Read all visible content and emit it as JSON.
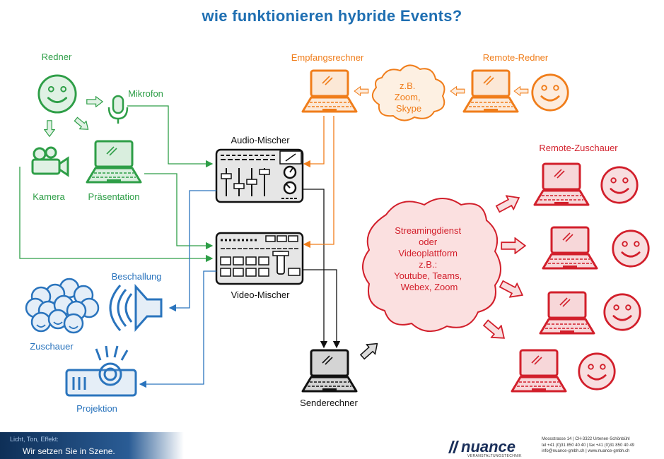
{
  "title": "wie funktionieren  hybride Events?",
  "labels": {
    "redner": "Redner",
    "mikrofon": "Mikrofon",
    "kamera": "Kamera",
    "praesentation": "Präsentation",
    "audio_mischer": "Audio-Mischer",
    "video_mischer": "Video-Mischer",
    "beschallung": "Beschallung",
    "zuschauer": "Zuschauer",
    "projektion": "Projektion",
    "senderechner": "Senderechner",
    "empfangsrechner": "Empfangsrechner",
    "remote_redner": "Remote-Redner",
    "remote_zuschauer": "Remote-Zuschauer"
  },
  "cloud_small": [
    "z.B.",
    "Zoom,",
    "Skype"
  ],
  "cloud_stream": [
    "Streamingdienst",
    "oder",
    "Videoplattform",
    "z.B.:",
    "Youtube,  Teams,",
    "Webex, Zoom"
  ],
  "colors": {
    "green": "#2e9e47",
    "orange": "#f07d1a",
    "red": "#d21f2b",
    "blue": "#2a74bd",
    "title": "#1f6fb2"
  },
  "footer": {
    "tagline1": "Licht, Ton, Effekt:",
    "tagline2": "Wir setzen Sie in Szene.",
    "brand": "nuance",
    "brand_sub": "VERANSTALTUNGSTECHNIK",
    "address": [
      "Moosstrasse 14 | CH-3322 Urtenen-Schönbühl",
      "tel +41 (0)31 850 40 40 | fax +41 (0)31 850 40 49",
      "info@nuance-gmbh.ch | www.nuance-gmbh.ch"
    ]
  }
}
